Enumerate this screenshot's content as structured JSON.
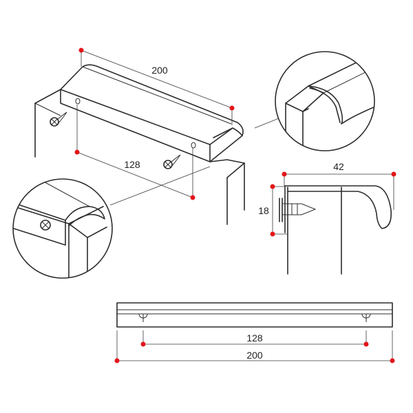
{
  "dimensions": {
    "iso_length": "200",
    "iso_hole_spacing": "128",
    "profile_depth": "42",
    "profile_height": "18",
    "front_hole_spacing": "128",
    "front_length": "200"
  },
  "colors": {
    "line": "#2b2b2b",
    "dimension_point": "#e3161b",
    "background": "#ffffff"
  },
  "icons": [
    "screw-icon",
    "screw-icon"
  ]
}
